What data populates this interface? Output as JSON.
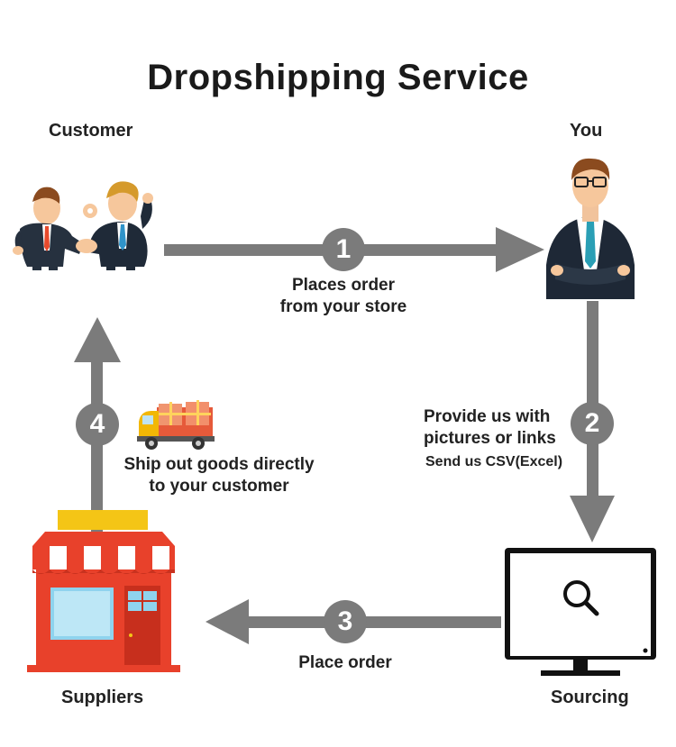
{
  "title": "Dropshipping Service",
  "nodes": {
    "customer": "Customer",
    "you": "You",
    "suppliers": "Suppliers",
    "sourcing": "Sourcing"
  },
  "steps": [
    {
      "number": "1",
      "lines": [
        "Places order",
        "from your store"
      ]
    },
    {
      "number": "2",
      "lines": [
        "Provide us with",
        "pictures or links"
      ],
      "note": "Send us CSV(Excel)"
    },
    {
      "number": "3",
      "lines": [
        "Place order"
      ]
    },
    {
      "number": "4",
      "lines": [
        "Ship out goods directly",
        "to your customer"
      ]
    }
  ],
  "icons": {
    "customer": "handshake-businessmen-icon",
    "you": "businessman-icon",
    "suppliers": "storefront-icon",
    "sourcing": "monitor-search-icon",
    "shipping": "delivery-truck-icon"
  },
  "colors": {
    "arrow": "#7b7b7b",
    "awning_red": "#e8412b",
    "awning_yellow": "#f4c516",
    "truck_yellow": "#f2b705",
    "gift": "#f08a5d"
  }
}
